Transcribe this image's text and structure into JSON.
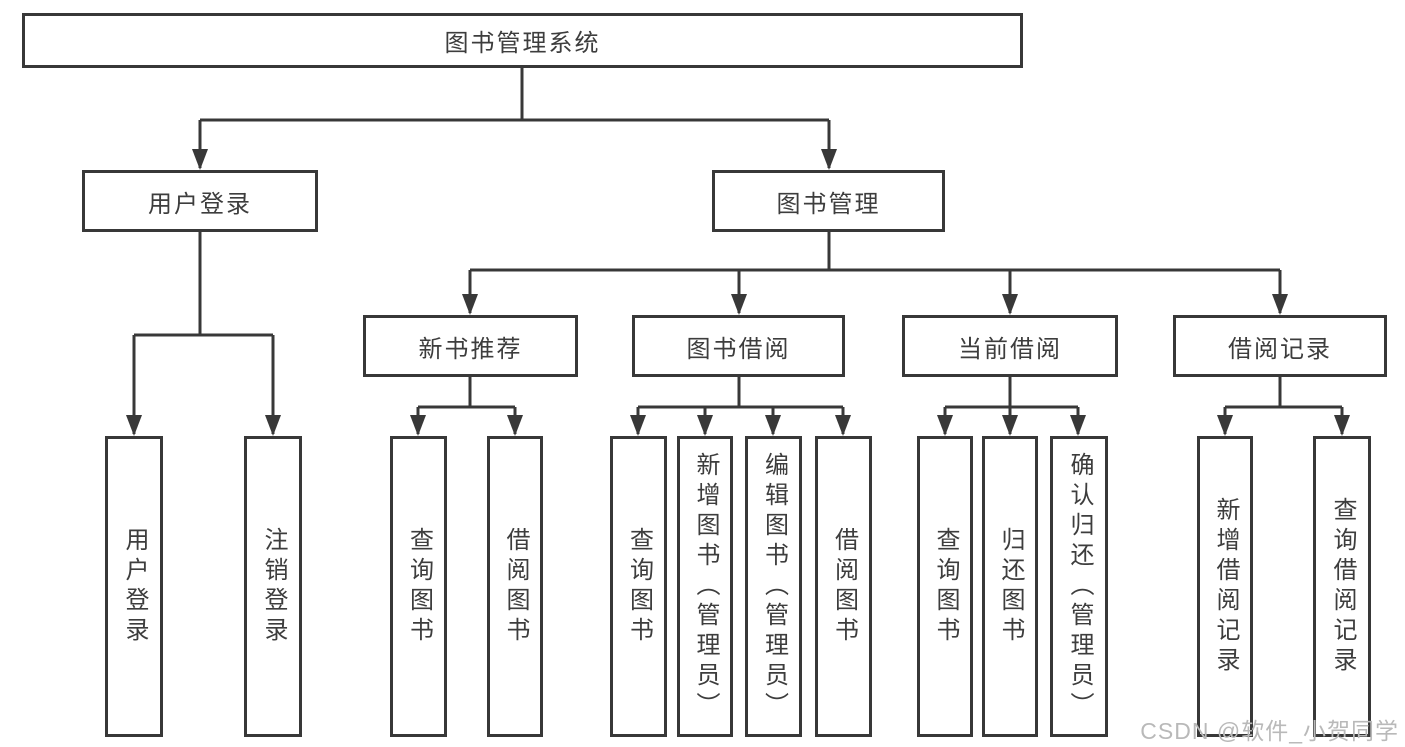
{
  "tree": {
    "label": "图书管理系统",
    "children": [
      {
        "label": "用户登录",
        "children": [
          {
            "label": "用户登录"
          },
          {
            "label": "注销登录"
          }
        ]
      },
      {
        "label": "图书管理",
        "children": [
          {
            "label": "新书推荐",
            "children": [
              {
                "label": "查询图书"
              },
              {
                "label": "借阅图书"
              }
            ]
          },
          {
            "label": "图书借阅",
            "children": [
              {
                "label": "查询图书"
              },
              {
                "label": "新增图书（管理员）"
              },
              {
                "label": "编辑图书（管理员）"
              },
              {
                "label": "借阅图书"
              }
            ]
          },
          {
            "label": "当前借阅",
            "children": [
              {
                "label": "查询图书"
              },
              {
                "label": "归还图书"
              },
              {
                "label": "确认归还（管理员）"
              }
            ]
          },
          {
            "label": "借阅记录",
            "children": [
              {
                "label": "新增借阅记录"
              },
              {
                "label": "查询借阅记录"
              }
            ]
          }
        ]
      }
    ]
  },
  "watermark": "CSDN @软件_小贺同学",
  "colors": {
    "line": "#383838",
    "text": "#3d3d3d",
    "watermark": "#b9b9b9",
    "background": "#ffffff"
  }
}
